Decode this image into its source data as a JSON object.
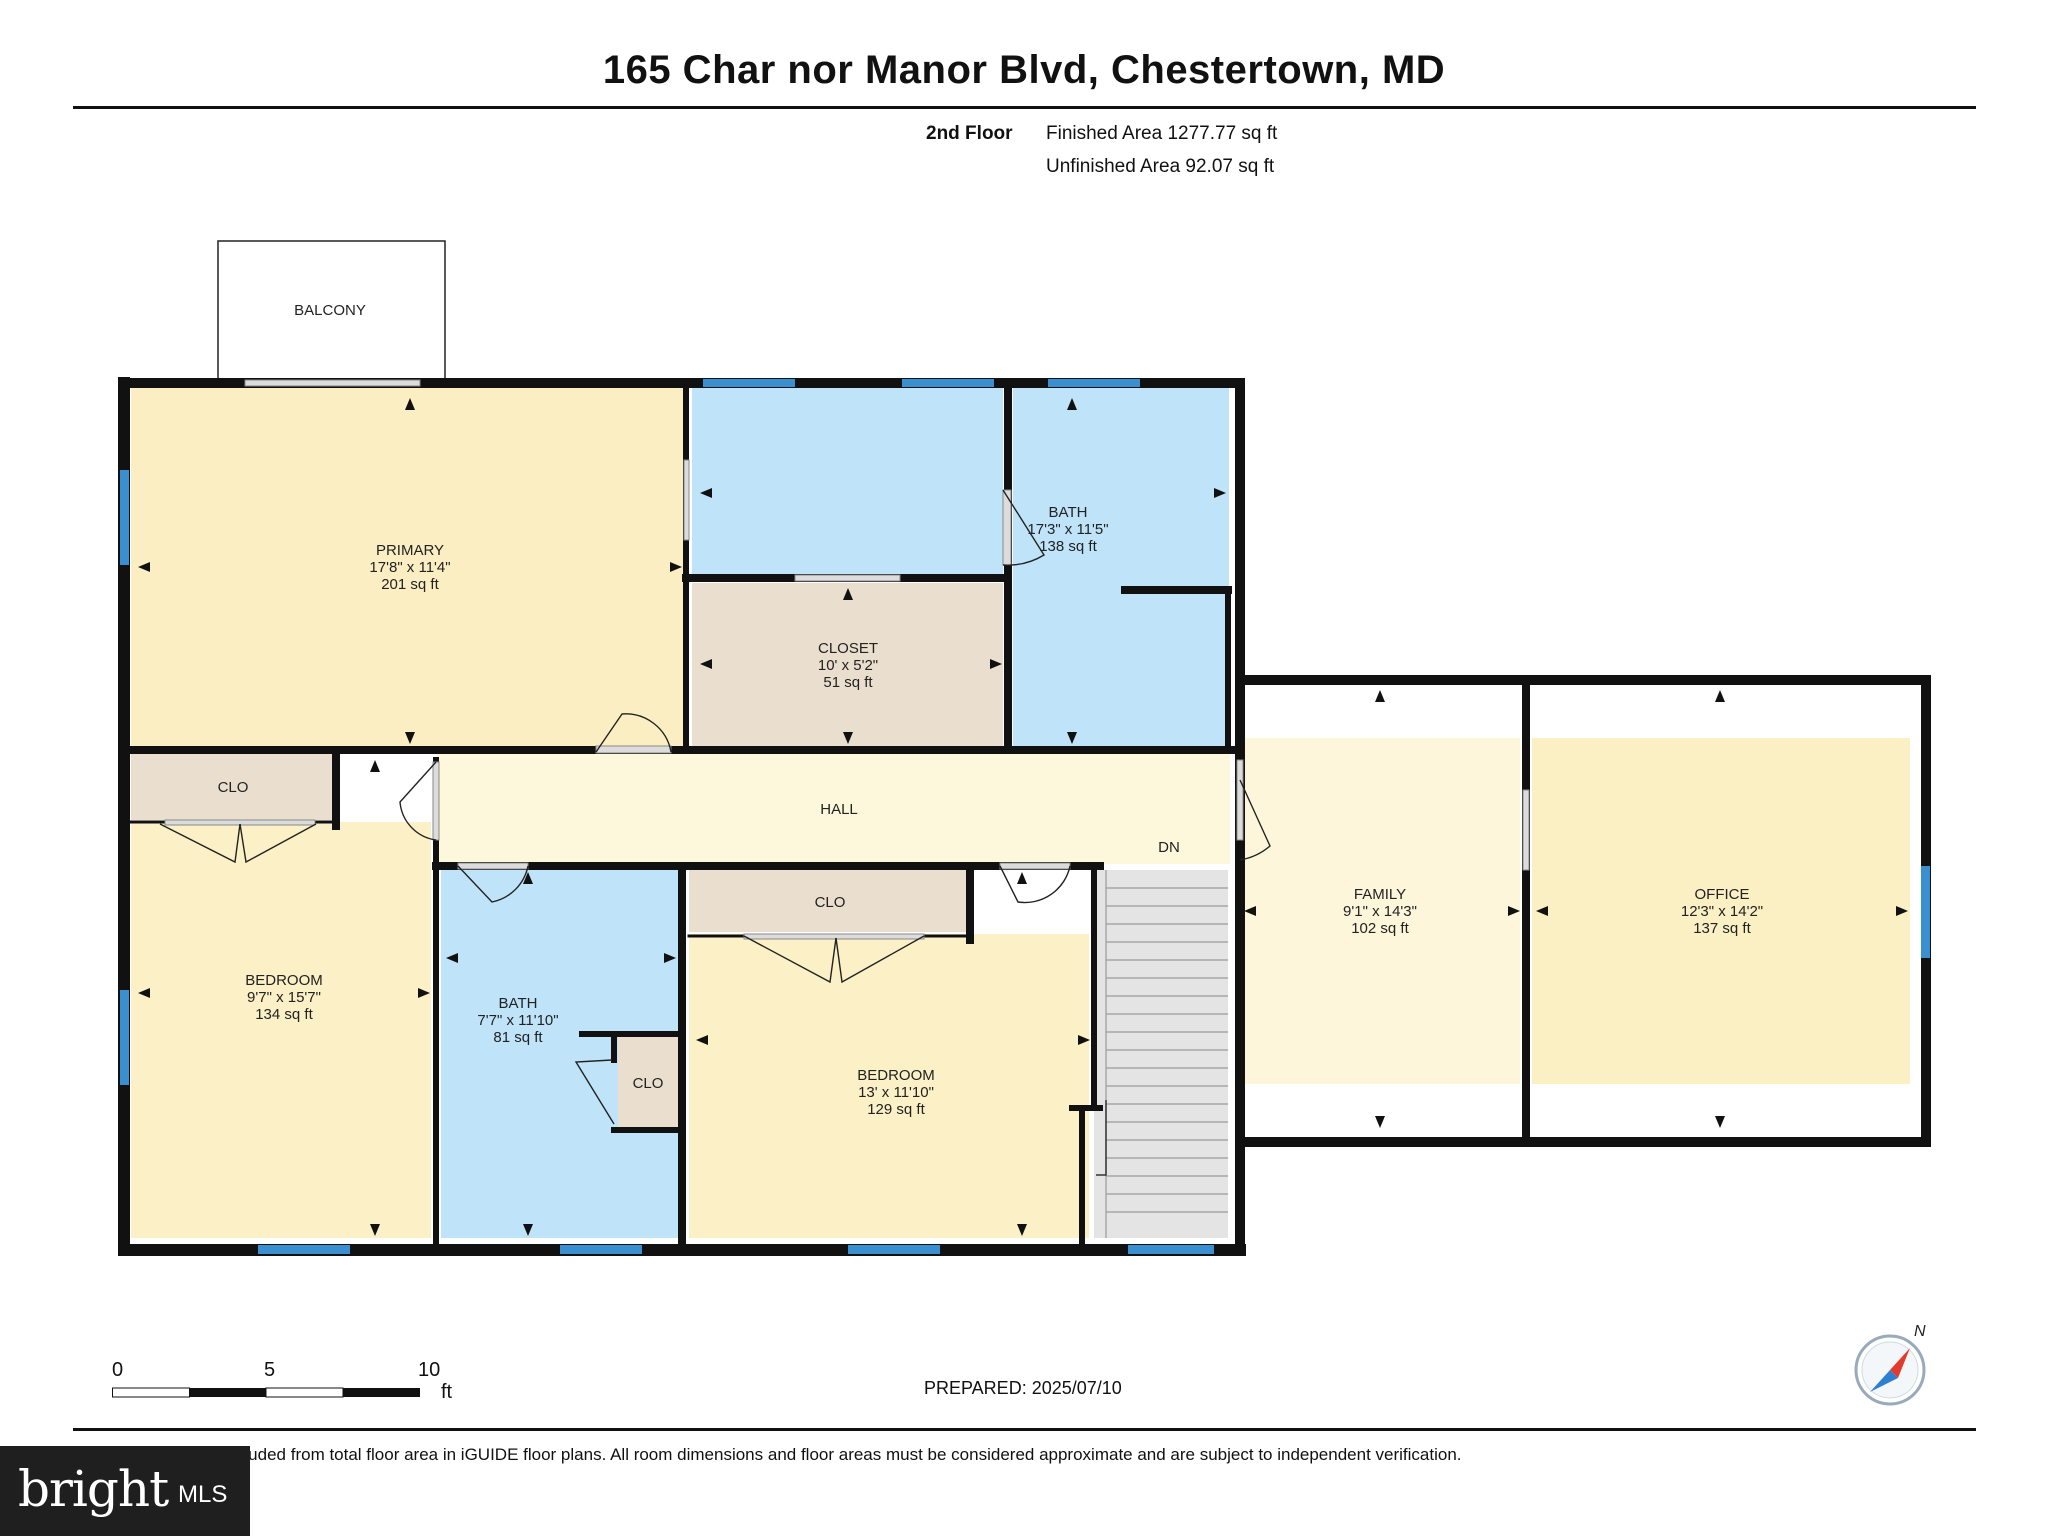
{
  "header": {
    "title": "165 Char nor Manor Blvd, Chestertown, MD"
  },
  "floor_info": {
    "floor_name": "2nd Floor",
    "finished_area": "Finished Area 1277.77 sq ft",
    "unfinished_area": "Unfinished Area 92.07 sq ft"
  },
  "rooms": {
    "balcony": {
      "name": "BALCONY"
    },
    "primary": {
      "name": "PRIMARY",
      "dims": "17'8\" x 11'4\"",
      "area": "201 sq ft"
    },
    "bath_top": {
      "name": "BATH",
      "dims": "17'3\" x 11'5\"",
      "area": "138 sq ft"
    },
    "closet": {
      "name": "CLOSET",
      "dims": "10' x 5'2\"",
      "area": "51 sq ft"
    },
    "clo_left": {
      "name": "CLO"
    },
    "hall": {
      "name": "HALL"
    },
    "dn": {
      "name": "DN"
    },
    "family": {
      "name": "FAMILY",
      "dims": "9'1\" x 14'3\"",
      "area": "102 sq ft"
    },
    "office": {
      "name": "OFFICE",
      "dims": "12'3\" x 14'2\"",
      "area": "137 sq ft"
    },
    "bedroom_left": {
      "name": "BEDROOM",
      "dims": "9'7\" x 15'7\"",
      "area": "134 sq ft"
    },
    "bath_mid": {
      "name": "BATH",
      "dims": "7'7\" x 11'10\"",
      "area": "81 sq ft"
    },
    "clo_bath": {
      "name": "CLO"
    },
    "clo_mid": {
      "name": "CLO"
    },
    "bedroom_mid": {
      "name": "BEDROOM",
      "dims": "13' x 11'10\"",
      "area": "129 sq ft"
    }
  },
  "colors": {
    "primary": "#fbeec3",
    "bath": "#bfe3f8",
    "closet": "#eadfcf",
    "hall": "#fdf8dc",
    "family": "#fdf6da",
    "office": "#fbefc4",
    "bedroom": "#fbf0c6",
    "window": "#3a8fd0",
    "wall": "#111111",
    "stairs": "#e4e4e4"
  },
  "scale": {
    "ticks": [
      "0",
      "5",
      "10"
    ],
    "unit": "ft"
  },
  "footer": {
    "prepared": "PREPARED: 2025/07/10",
    "disclaimer": "White regions are excluded from total floor area in iGUIDE floor plans. All room dimensions and floor areas must be considered approximate and are subject to independent verification."
  },
  "compass": {
    "label": "N"
  },
  "logo": {
    "brand": "bright",
    "suffix": "MLS"
  }
}
